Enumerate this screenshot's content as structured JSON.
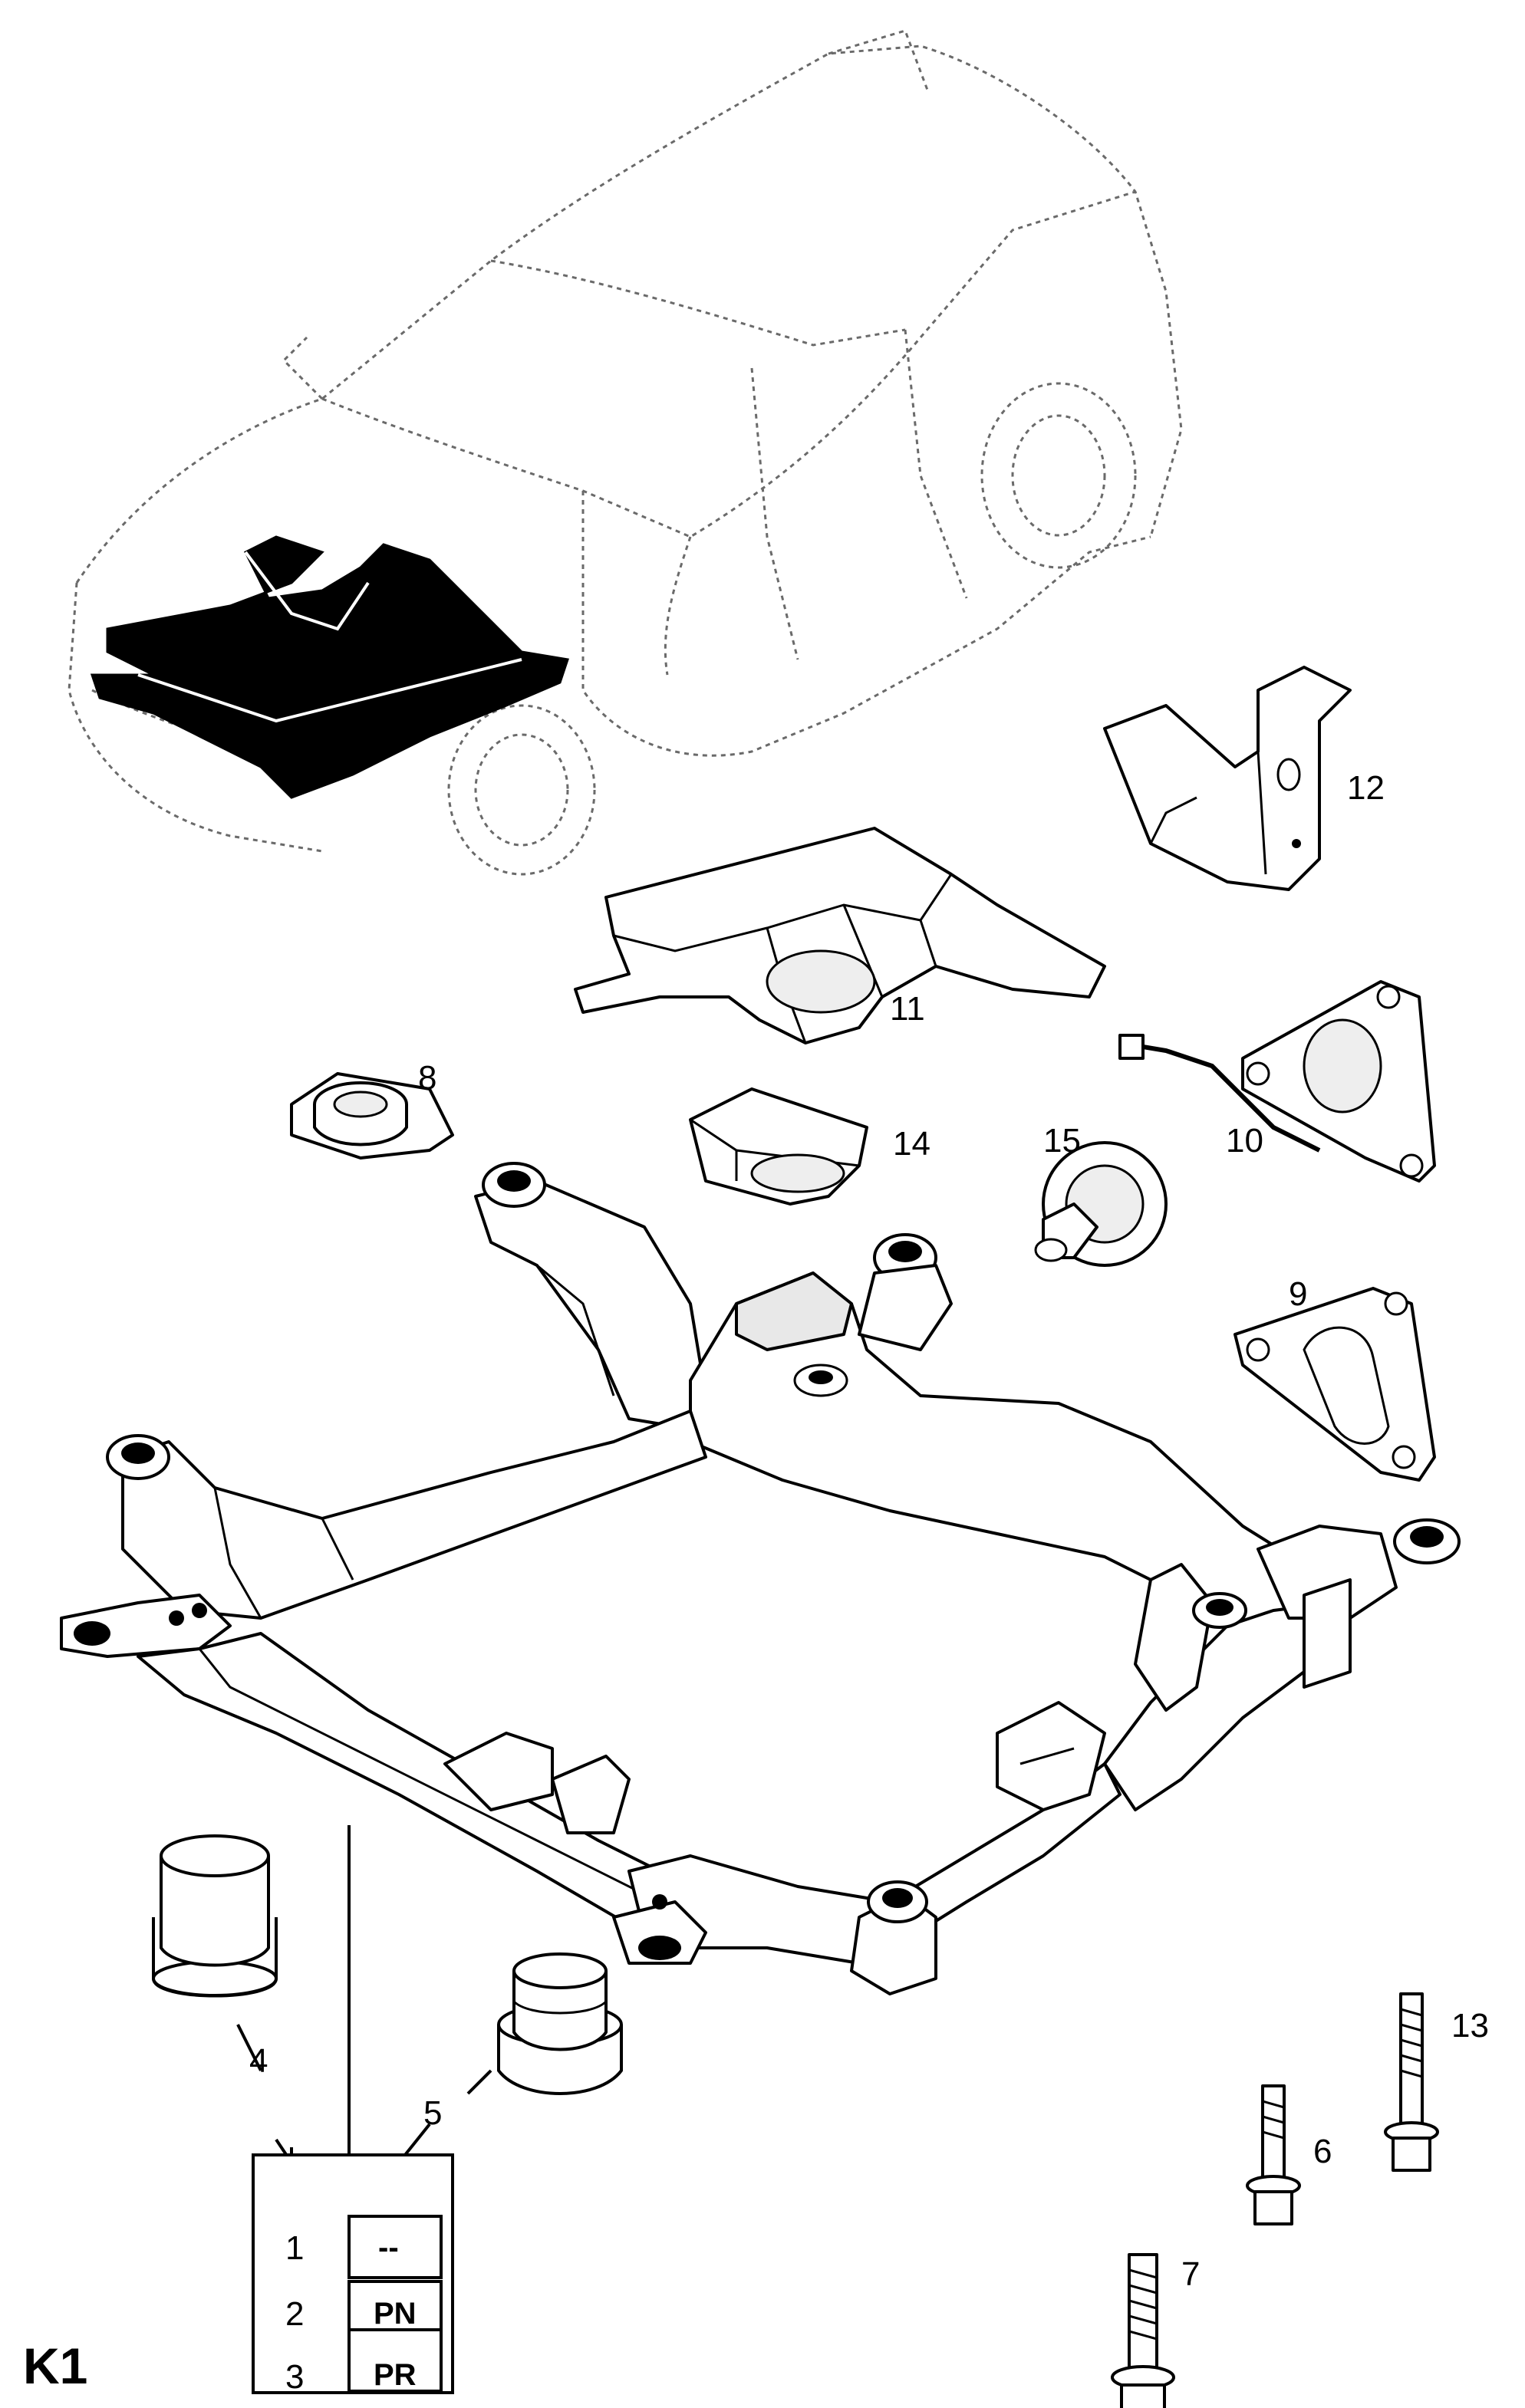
{
  "page_label": "K1",
  "callouts": [
    "1",
    "2",
    "3",
    "4",
    "5",
    "6",
    "7",
    "8",
    "9",
    "10",
    "11",
    "12",
    "13",
    "14",
    "15"
  ],
  "code_table": [
    {
      "row": "1",
      "code": "--"
    },
    {
      "row": "2",
      "code": "PN"
    },
    {
      "row": "3",
      "code": "PR"
    }
  ],
  "colors": {
    "line": "#000000",
    "background": "#ffffff",
    "ghost_outline": "#6a6a6a",
    "highlight": "#000000"
  }
}
